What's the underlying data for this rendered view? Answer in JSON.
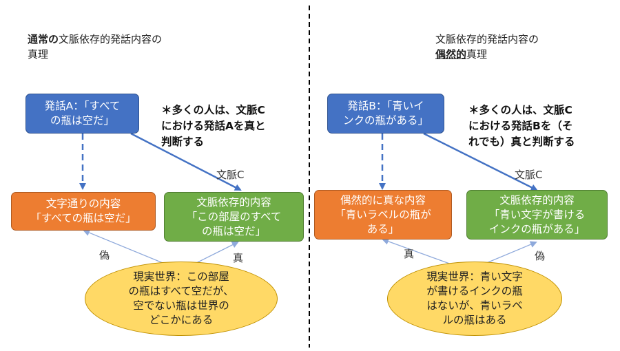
{
  "left": {
    "heading": {
      "line1_bold": "通常の",
      "line1_rest": "文脈依存的発話内容の",
      "line2": "真理"
    },
    "utterance_box": {
      "lines": [
        "発話A：「すべて",
        "の瓶は空だ」"
      ]
    },
    "note": {
      "lines": [
        "＊多くの人は、文脈C",
        "における発話Aを真と",
        "判断する"
      ]
    },
    "context_label": "文脈C",
    "literal_box": {
      "lines": [
        "文字通りの内容",
        "「すべての瓶は空だ」"
      ]
    },
    "context_box": {
      "lines": [
        "文脈依存的内容",
        "「この部屋のすべて",
        "の瓶は空だ」"
      ]
    },
    "label_literal": "偽",
    "label_context": "真",
    "world": {
      "lines": [
        "現実世界：この部屋",
        "の瓶はすべて空だが、",
        "空でない瓶は世界の",
        "どこかにある"
      ]
    }
  },
  "right": {
    "heading": {
      "line1": "文脈依存的発話内容の",
      "line2_bold": "偶然的",
      "line2_rest": "真理"
    },
    "utterance_box": {
      "lines": [
        "発話B：「青いイ",
        "ンクの瓶がある」"
      ]
    },
    "note": {
      "lines": [
        "＊多くの人は、文脈C",
        "における発話Bを（そ",
        "れでも）真と判断する"
      ]
    },
    "context_label": "文脈C",
    "literal_box": {
      "lines": [
        "偶然的に真な内容",
        "「青いラベルの瓶が",
        "ある」"
      ]
    },
    "context_box": {
      "lines": [
        "文脈依存的内容",
        "「青い文字が書ける",
        "インクの瓶がある」"
      ]
    },
    "label_literal": "真",
    "label_context": "偽",
    "world": {
      "lines": [
        "現実世界：青い文字",
        "が書けるインクの瓶",
        "はないが、青いラベ",
        "ルの瓶はある"
      ]
    }
  },
  "colors": {
    "blue": "#4472C4",
    "orange": "#ED7D31",
    "green": "#70AD47",
    "yellow": "#FFD966",
    "arrow": "#4472C4",
    "divider": "#000000"
  }
}
